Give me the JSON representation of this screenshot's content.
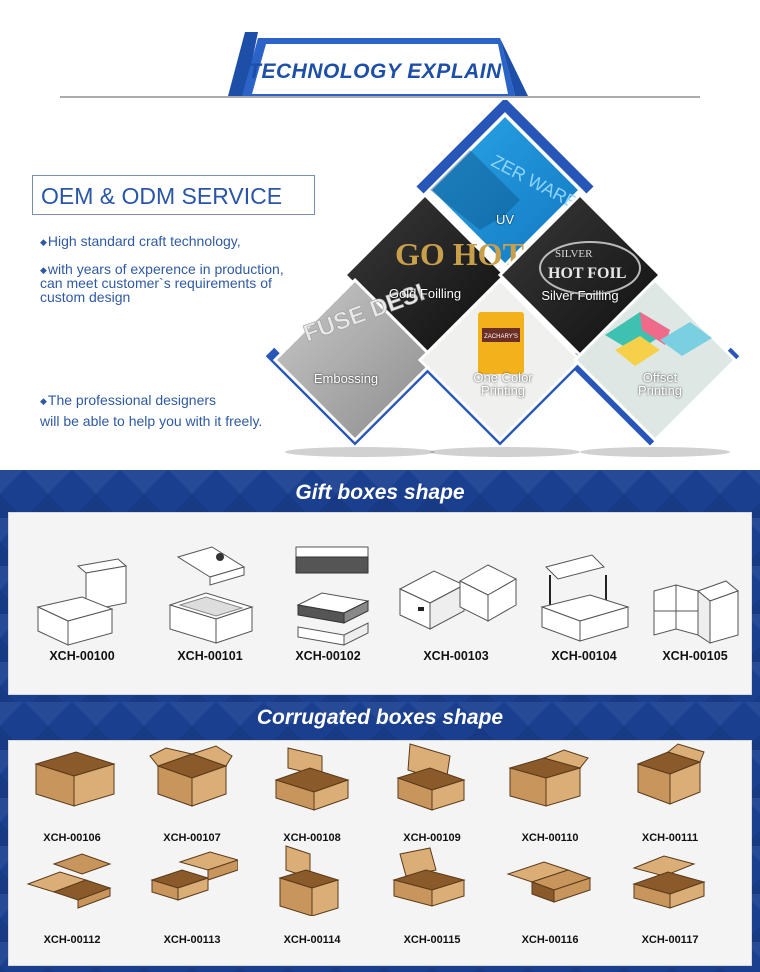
{
  "header": {
    "title": "TECHNOLOGY EXPLAIN"
  },
  "service": {
    "title": "OEM & ODM SERVICE",
    "bullets": [
      [
        "High standard craft technology,"
      ],
      [
        "with years of experence in production,",
        "can meet customer`s requirements of",
        "custom design"
      ],
      [
        "The professional designers",
        "will be able to help you with it freely."
      ]
    ]
  },
  "techniques": [
    "UV",
    "Gold Foilling",
    "Silver  Foilling",
    "Embossing",
    "One Color",
    "Printing",
    "Offset",
    "Printing"
  ],
  "sample_text": {
    "uv": "ZER WARE",
    "gold": "GO HOT",
    "silver_top": "SILVER",
    "silver_main": "HOT FOIL",
    "emboss": "FUSE DESI",
    "bag": "ZACHARY'S"
  },
  "gift_section": {
    "title": "Gift boxes shape",
    "items": [
      "XCH-00100",
      "XCH-00101",
      "XCH-00102",
      "XCH-00103",
      "XCH-00104",
      "XCH-00105"
    ]
  },
  "corrugated_section": {
    "title": "Corrugated boxes shape",
    "items": [
      "XCH-00106",
      "XCH-00107",
      "XCH-00108",
      "XCH-00109",
      "XCH-00110",
      "XCH-00111",
      "XCH-00112",
      "XCH-00113",
      "XCH-00114",
      "XCH-00115",
      "XCH-00116",
      "XCH-00117"
    ]
  },
  "colors": {
    "brand_blue": "#1d4fa8",
    "kraft": "#c8955c",
    "kraft_dark": "#8a5a2b"
  }
}
